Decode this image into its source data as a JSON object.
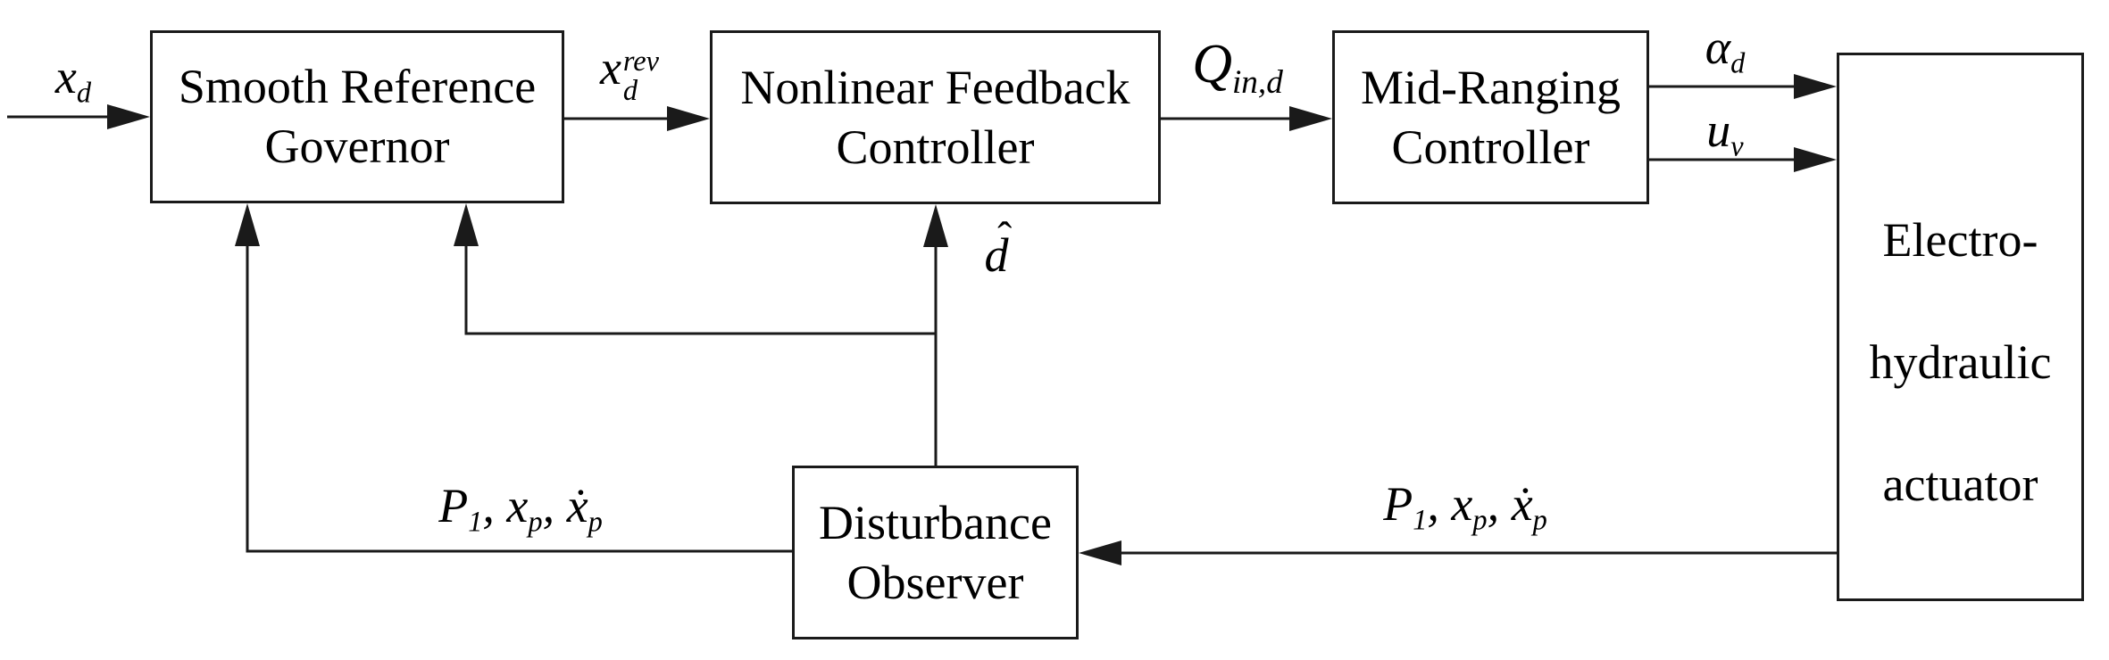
{
  "colors": {
    "background": "#ffffff",
    "line": "#1a1a1a",
    "text": "#000000"
  },
  "blocks": {
    "srg": {
      "lines": [
        "Smooth Reference",
        "Governor"
      ]
    },
    "nfc": {
      "lines": [
        "Nonlinear Feedback",
        "Controller"
      ]
    },
    "mrc": {
      "lines": [
        "Mid-Ranging",
        "Controller"
      ]
    },
    "eha": {
      "lines": [
        "Electro-",
        "hydraulic",
        "actuator"
      ]
    },
    "dob": {
      "lines": [
        "Disturbance",
        "Observer"
      ]
    }
  },
  "signals": {
    "xd": {
      "base": "x",
      "sub": "d"
    },
    "xd_rev": {
      "base": "x",
      "sup": "rev",
      "sub": "d"
    },
    "qin_d": {
      "base": "Q",
      "sub": "in,d"
    },
    "alpha_d": {
      "base": "α",
      "sub": "d"
    },
    "u_v": {
      "base": "u",
      "sub": "v"
    },
    "d_hat": {
      "base": "d",
      "hat": "ˆ"
    },
    "feedback": {
      "p_base": "P",
      "p_sub": "1",
      "sep1": ", ",
      "x_base": "x",
      "x_sub": "p",
      "sep2": ", ",
      "xdot_base": "ẋ",
      "xdot_sub": "p"
    }
  }
}
